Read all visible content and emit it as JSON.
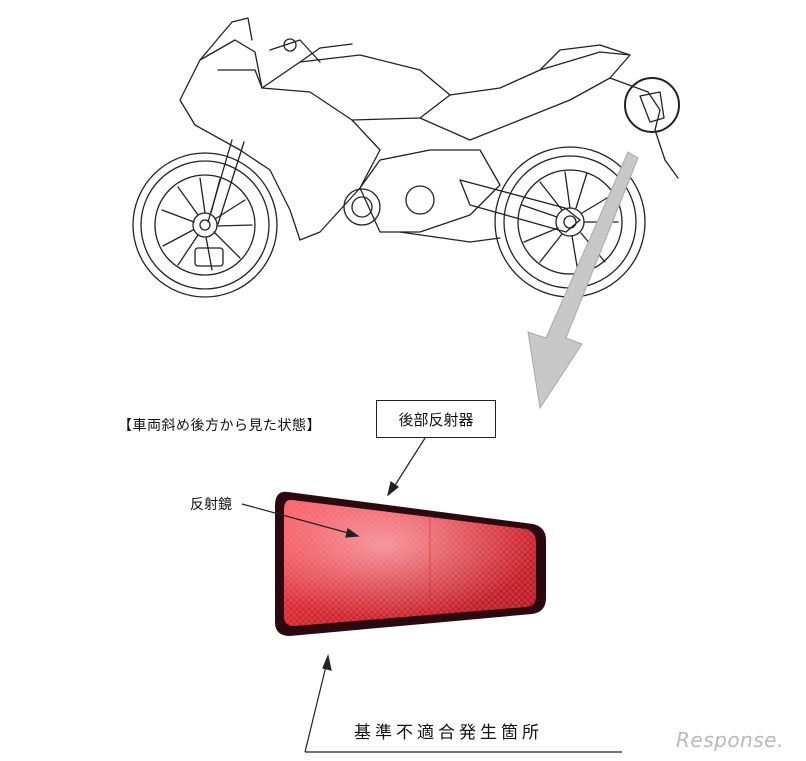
{
  "caption_view": "【車両斜め後方から見た状態】",
  "label_rear_reflector": "後部反射器",
  "label_reflex_mirror": "反射鏡",
  "label_nonconformity": "基準不適合発生箇所",
  "watermark": "Response.",
  "colors": {
    "reflector_red": "#d42a33",
    "reflector_dark": "#7a1018",
    "arrow_gray": "#c8c8c8",
    "line": "#222222"
  }
}
